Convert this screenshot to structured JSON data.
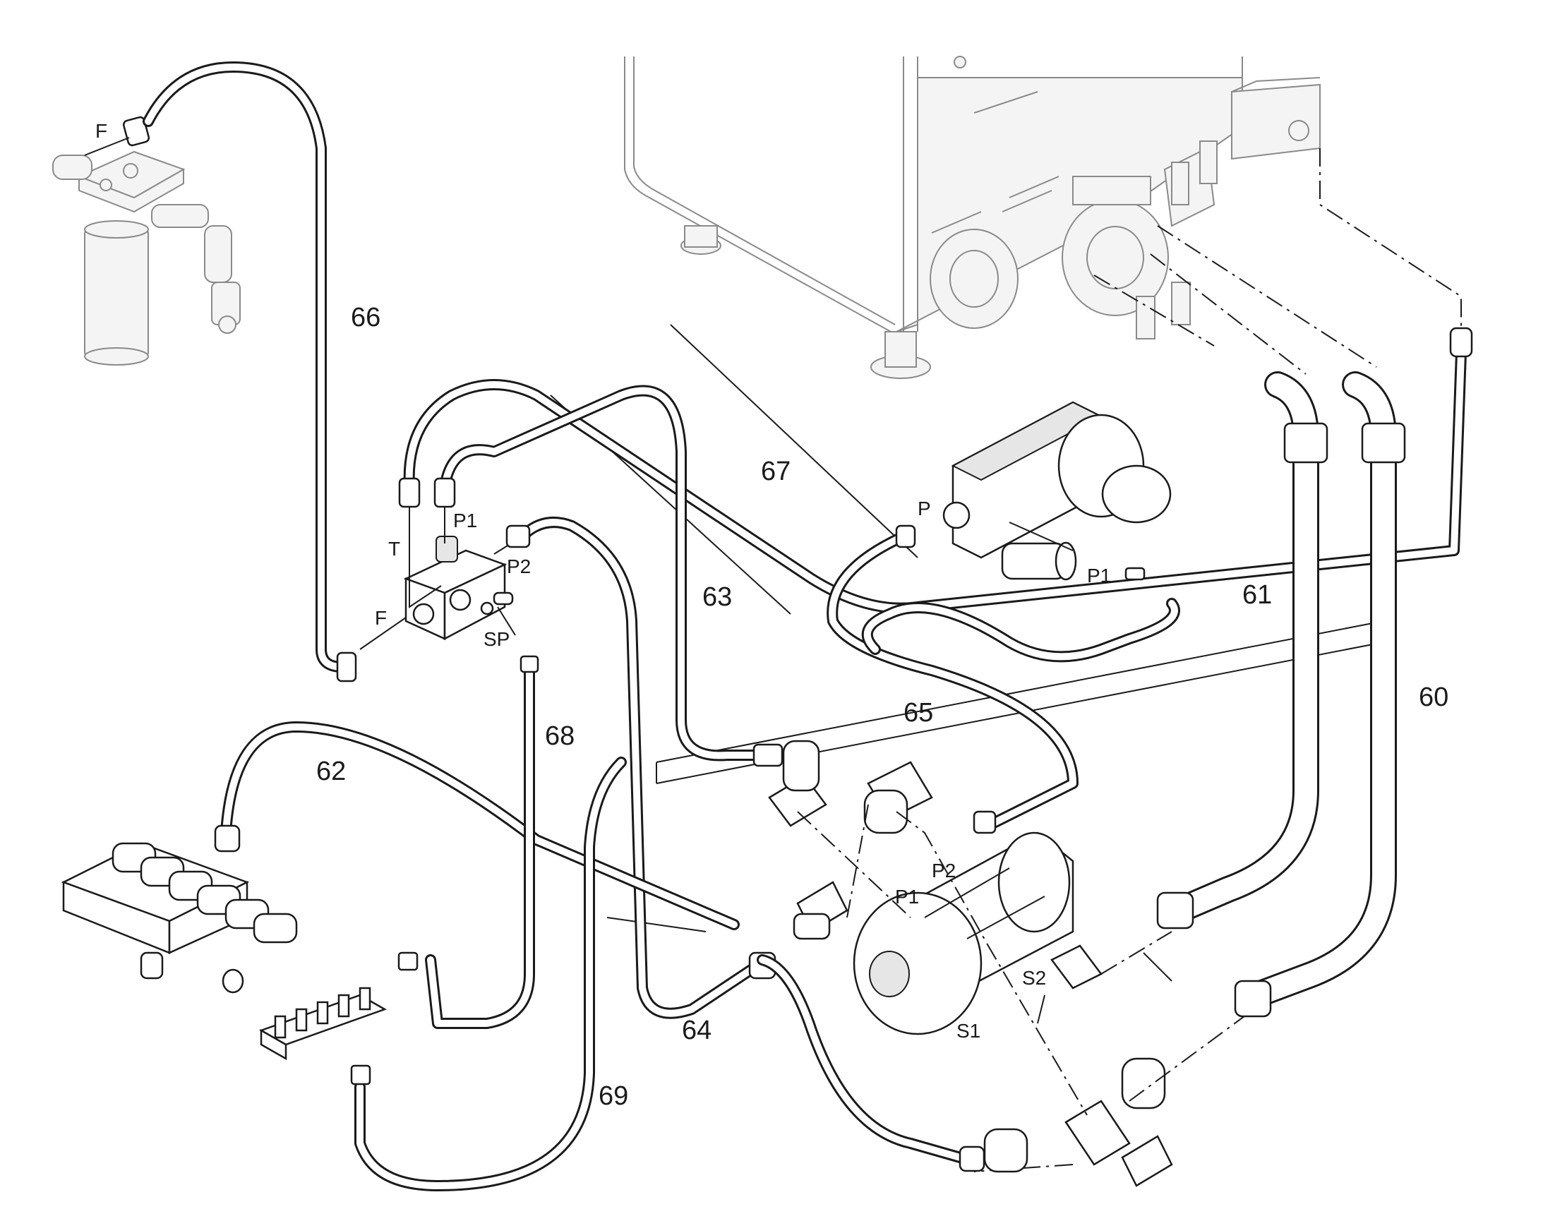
{
  "diagram": {
    "hose_numbers": {
      "n60": "60",
      "n61": "61",
      "n62": "62",
      "n63": "63",
      "n64": "64",
      "n65": "65",
      "n66": "66",
      "n67": "67",
      "n68": "68",
      "n69": "69"
    },
    "port_labels": {
      "filter_f": "F",
      "valve_t": "T",
      "valve_p1": "P1",
      "valve_p2": "P2",
      "valve_f": "F",
      "valve_sp": "SP",
      "block_p": "P",
      "block_p1": "P1",
      "pump_p1": "P1",
      "pump_p2": "P2",
      "pump_s1": "S1",
      "pump_s2": "S2"
    }
  }
}
